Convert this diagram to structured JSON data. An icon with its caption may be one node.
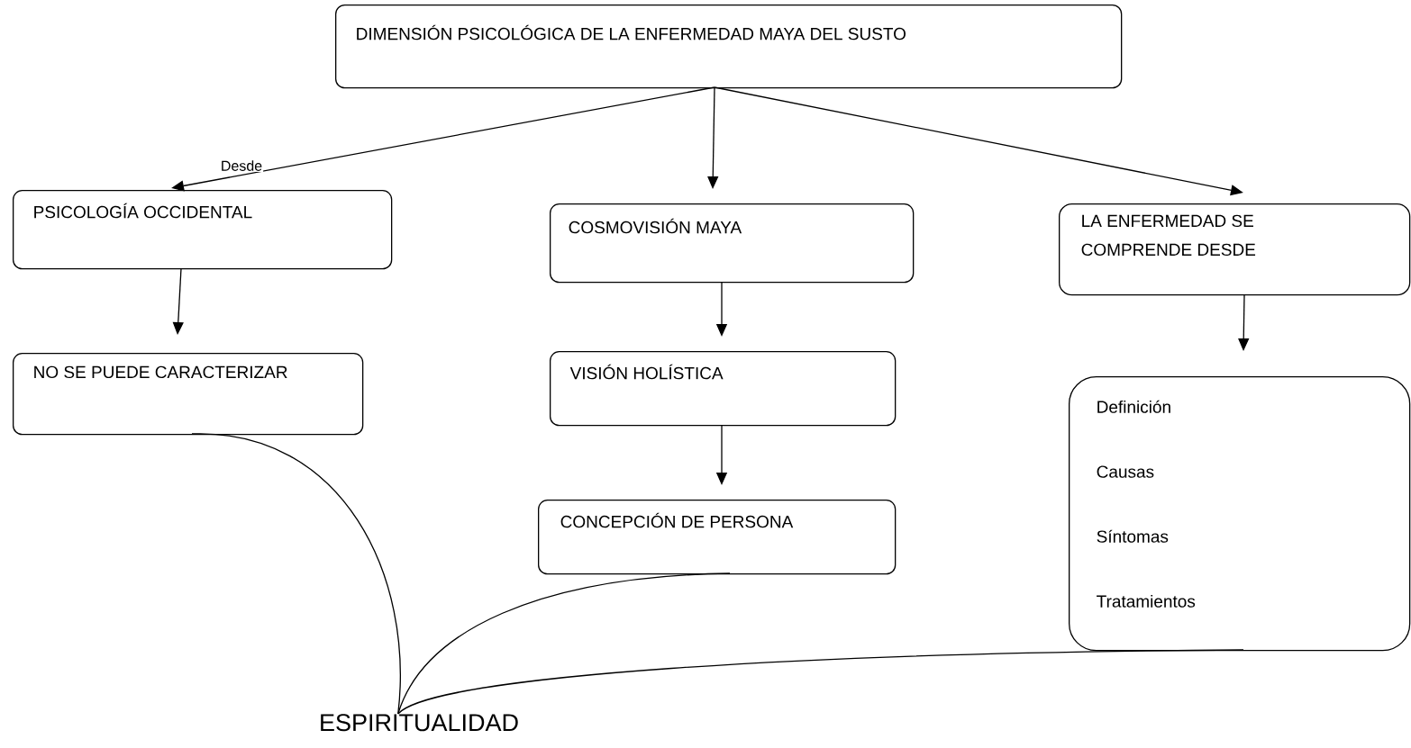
{
  "diagram": {
    "nodes": [
      {
        "text": [
          "DIMENSIÓN PSICOLÓGICA DE LA ENFERMEDAD MAYA DEL SUSTO"
        ]
      },
      {
        "text": [
          "PSICOLOGÍA OCCIDENTAL"
        ]
      },
      {
        "text": [
          "COSMOVISIÓN MAYA"
        ]
      },
      {
        "text": [
          "LA ENFERMEDAD SE COMPRENDE DESDE"
        ]
      },
      {
        "text": [
          "NO SE PUEDE CARACTERIZAR"
        ]
      },
      {
        "text": [
          "VISIÓN HOLÍSTICA"
        ]
      },
      {
        "text": [
          "CONCEPCIÓN DE PERSONA"
        ]
      },
      {
        "text": [
          "Definición",
          "Causas",
          "Síntomas",
          "Tratamientos"
        ]
      },
      {
        "text": [
          "ESPIRITUALIDAD"
        ]
      }
    ],
    "edges": [
      {
        "from": 0,
        "to": 1,
        "arrow": "to",
        "label": "Desde"
      },
      {
        "from": 0,
        "to": 2,
        "arrow": "to"
      },
      {
        "from": 0,
        "to": 3,
        "arrow": "to"
      },
      {
        "from": 1,
        "to": 4,
        "arrow": "to"
      },
      {
        "from": 2,
        "to": 5,
        "arrow": "to"
      },
      {
        "from": 5,
        "to": 6,
        "arrow": "to"
      },
      {
        "from": 3,
        "to": 7,
        "arrow": "to"
      },
      {
        "from": 4,
        "to": 8,
        "arrow": "none"
      },
      {
        "from": 6,
        "to": 8,
        "arrow": "none"
      },
      {
        "from": 7,
        "to": 8,
        "arrow": "none"
      }
    ]
  }
}
